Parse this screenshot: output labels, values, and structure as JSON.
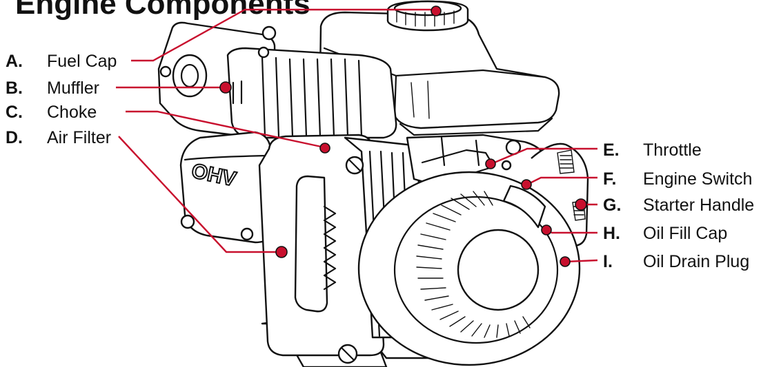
{
  "title": "Engine Components",
  "accent_color": "#c8102e",
  "engine_badge": "OHV",
  "labels": [
    {
      "letter": "A.",
      "text": "Fuel Cap"
    },
    {
      "letter": "B.",
      "text": "Muffler"
    },
    {
      "letter": "C.",
      "text": "Choke"
    },
    {
      "letter": "D.",
      "text": "Air Filter"
    },
    {
      "letter": "E.",
      "text": "Throttle"
    },
    {
      "letter": "F.",
      "text": "Engine Switch"
    },
    {
      "letter": "G.",
      "text": "Starter Handle"
    },
    {
      "letter": "H.",
      "text": "Oil Fill Cap"
    },
    {
      "letter": "I.",
      "text": "Oil Drain Plug"
    }
  ]
}
